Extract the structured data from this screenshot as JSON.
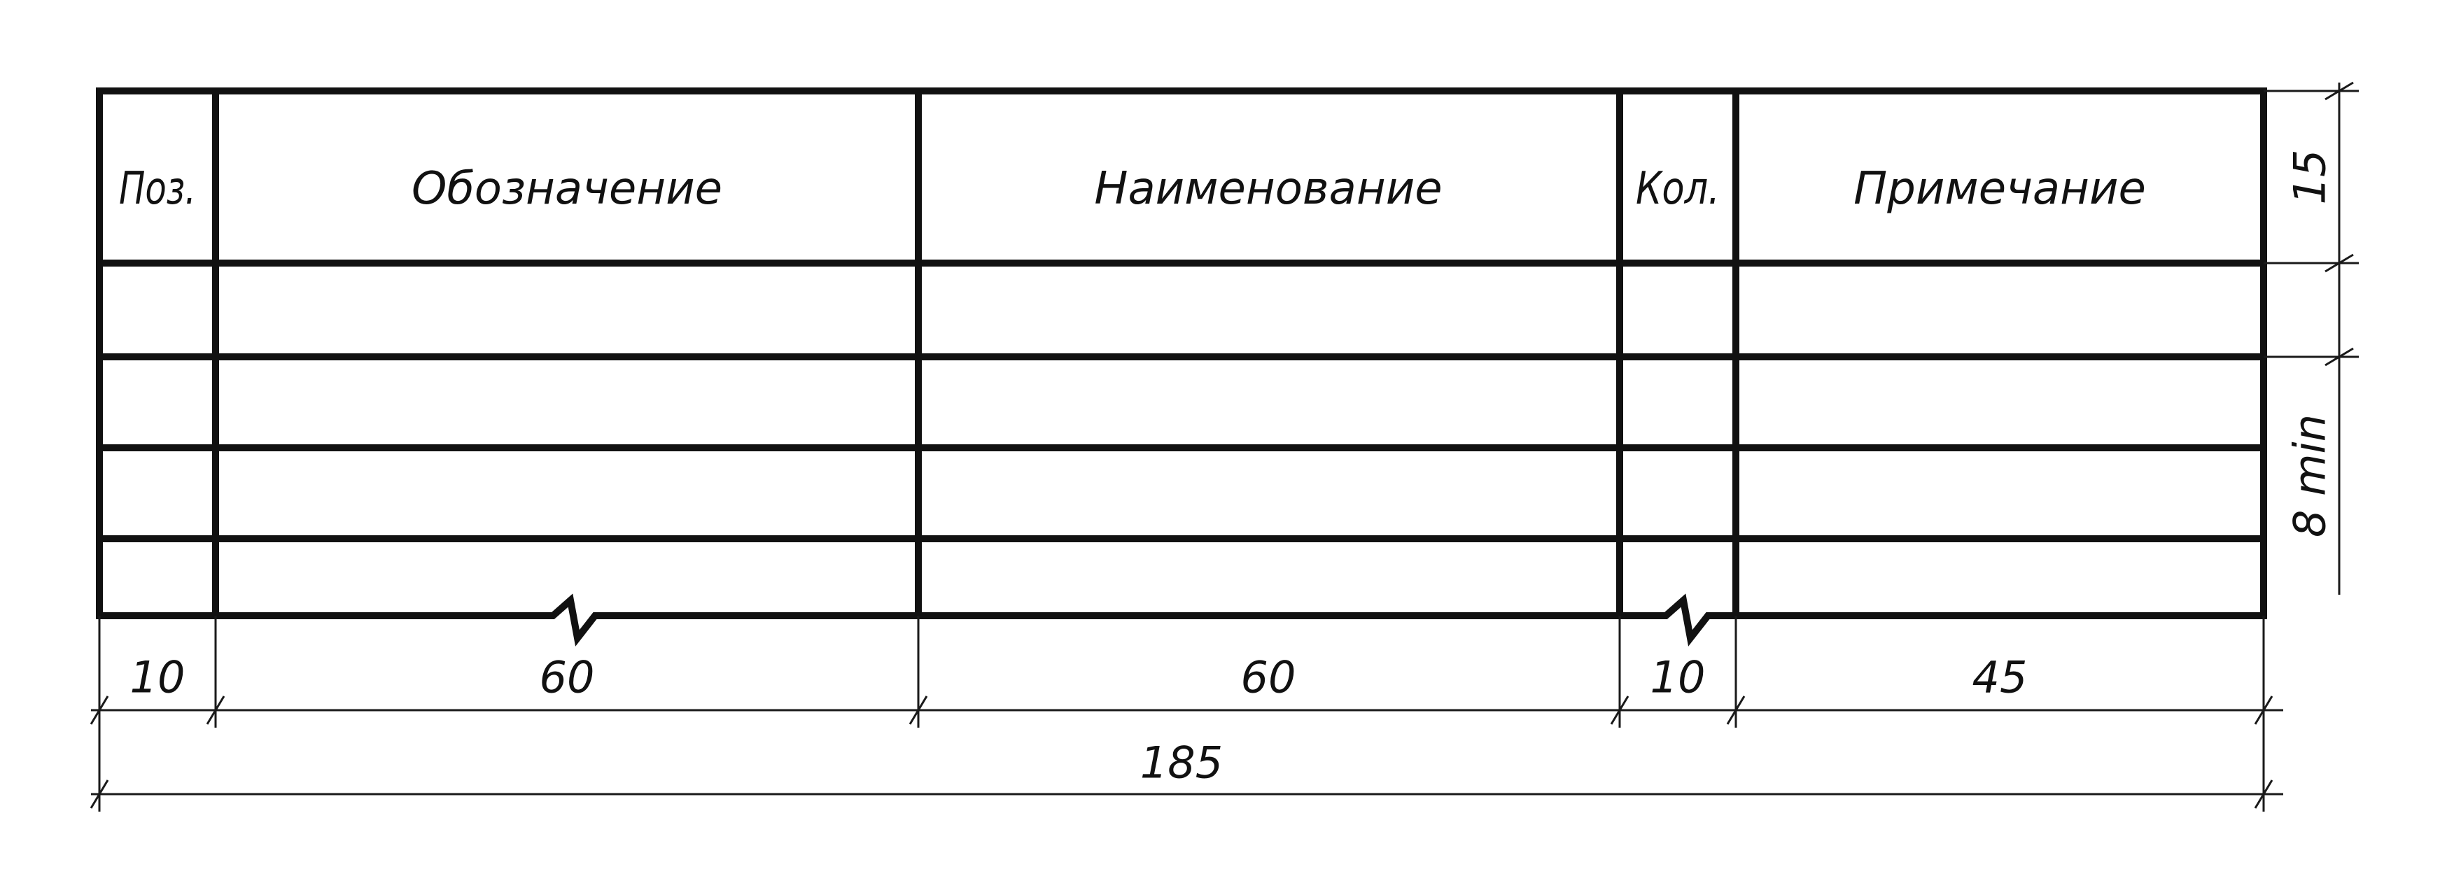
{
  "headers": {
    "pos": "Поз.",
    "designation": "Обозначение",
    "name": "Наименование",
    "qty": "Кол.",
    "note": "Примечание"
  },
  "dimensions": {
    "col_pos": "10",
    "col_designation": "60",
    "col_name": "60",
    "col_qty": "10",
    "col_note": "45",
    "total": "185",
    "header_row": "15",
    "row_min": "8 min"
  }
}
